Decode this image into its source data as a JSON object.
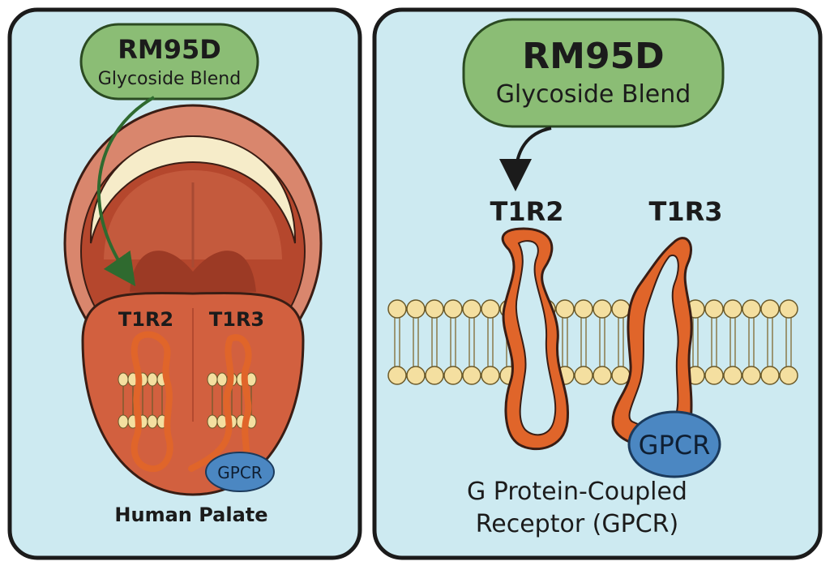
{
  "left_panel": {
    "box": {
      "title": "RM95D",
      "subtitle": "Glycoside Blend"
    },
    "receptor_labels": {
      "t1r2": "T1R2",
      "t1r3": "T1R3"
    },
    "gpcr_label": "GPCR",
    "caption": "Human Palate"
  },
  "right_panel": {
    "box": {
      "title": "RM95D",
      "subtitle": "Glycoside Blend"
    },
    "receptor_labels": {
      "t1r2": "T1R2",
      "t1r3": "T1R3"
    },
    "gpcr_label": "GPCR",
    "caption_line1": "G Protein-Coupled",
    "caption_line2": "Receptor (GPCR)"
  },
  "colors": {
    "panel_bg": "#cdeaf1",
    "box_fill": "#8bbd75",
    "receptor": "#e0652a",
    "gpcr": "#4b87c2",
    "membrane_head": "#f4dfa0",
    "mouth_outer": "#d9866d",
    "mouth_inner": "#b5472d",
    "tongue": "#d2603f",
    "teeth": "#f6ecc9",
    "arrow_left": "#2f6a2f",
    "arrow_right": "#1b1b1b"
  }
}
